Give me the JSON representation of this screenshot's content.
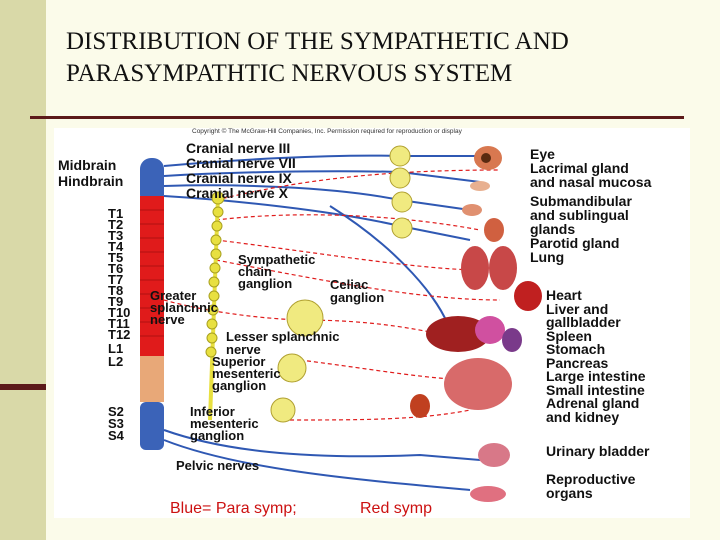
{
  "slide": {
    "title_line1": "DISTRIBUTION OF THE SYMPATHETIC AND",
    "title_line2": "PARASYMPATHTIC NERVOUS SYSTEM"
  },
  "figure": {
    "copyright": "Copyright © The McGraw-Hill Companies, Inc. Permission required for reproduction or display",
    "brain_labels": [
      "Midbrain",
      "Hindbrain"
    ],
    "segment_labels": [
      "T1",
      "T2",
      "T3",
      "T4",
      "T5",
      "T6",
      "T7",
      "T8",
      "T9",
      "T10",
      "T11",
      "T12",
      "L1",
      "L2",
      "S2",
      "S3",
      "S4"
    ],
    "cranial_nerves": [
      "Cranial nerve III",
      "Cranial nerve VII",
      "Cranial nerve IX",
      "Cranial nerve X"
    ],
    "nerve_labels": {
      "sympathetic_chain": [
        "Sympathetic",
        "chain",
        "ganglion"
      ],
      "celiac": [
        "Celiac",
        "ganglion"
      ],
      "greater_splanchnic": [
        "Greater",
        "splanchnic",
        "nerve"
      ],
      "lesser_splanchnic": [
        "Lesser splanchnic",
        "nerve"
      ],
      "superior_mesenteric": [
        "Superior",
        "mesenteric",
        "ganglion"
      ],
      "inferior_mesenteric": [
        "Inferior",
        "mesenteric",
        "ganglion"
      ],
      "pelvic": "Pelvic nerves"
    },
    "organ_labels": [
      "Eye",
      "Lacrimal gland",
      "and nasal mucosa",
      "Submandibular",
      "and sublingual",
      "glands",
      "Parotid gland",
      "Lung",
      "Heart",
      "Liver and",
      "gallbladder",
      "Spleen",
      "Stomach",
      "Pancreas",
      "Large intestine",
      "Small intestine",
      "Adrenal gland",
      "and kidney",
      "Urinary bladder",
      "Reproductive",
      "organs"
    ]
  },
  "caption": {
    "para": "Blue= Para symp;",
    "symp": "Red symp"
  },
  "colors": {
    "background": "#fbfbea",
    "sidebar": "#d9d9a8",
    "rule": "#5c1a1a",
    "parasympathetic": "#2f58b3",
    "sympathetic": "#e01b1b",
    "chain": "#e8e040",
    "caption": "#cc1111"
  }
}
